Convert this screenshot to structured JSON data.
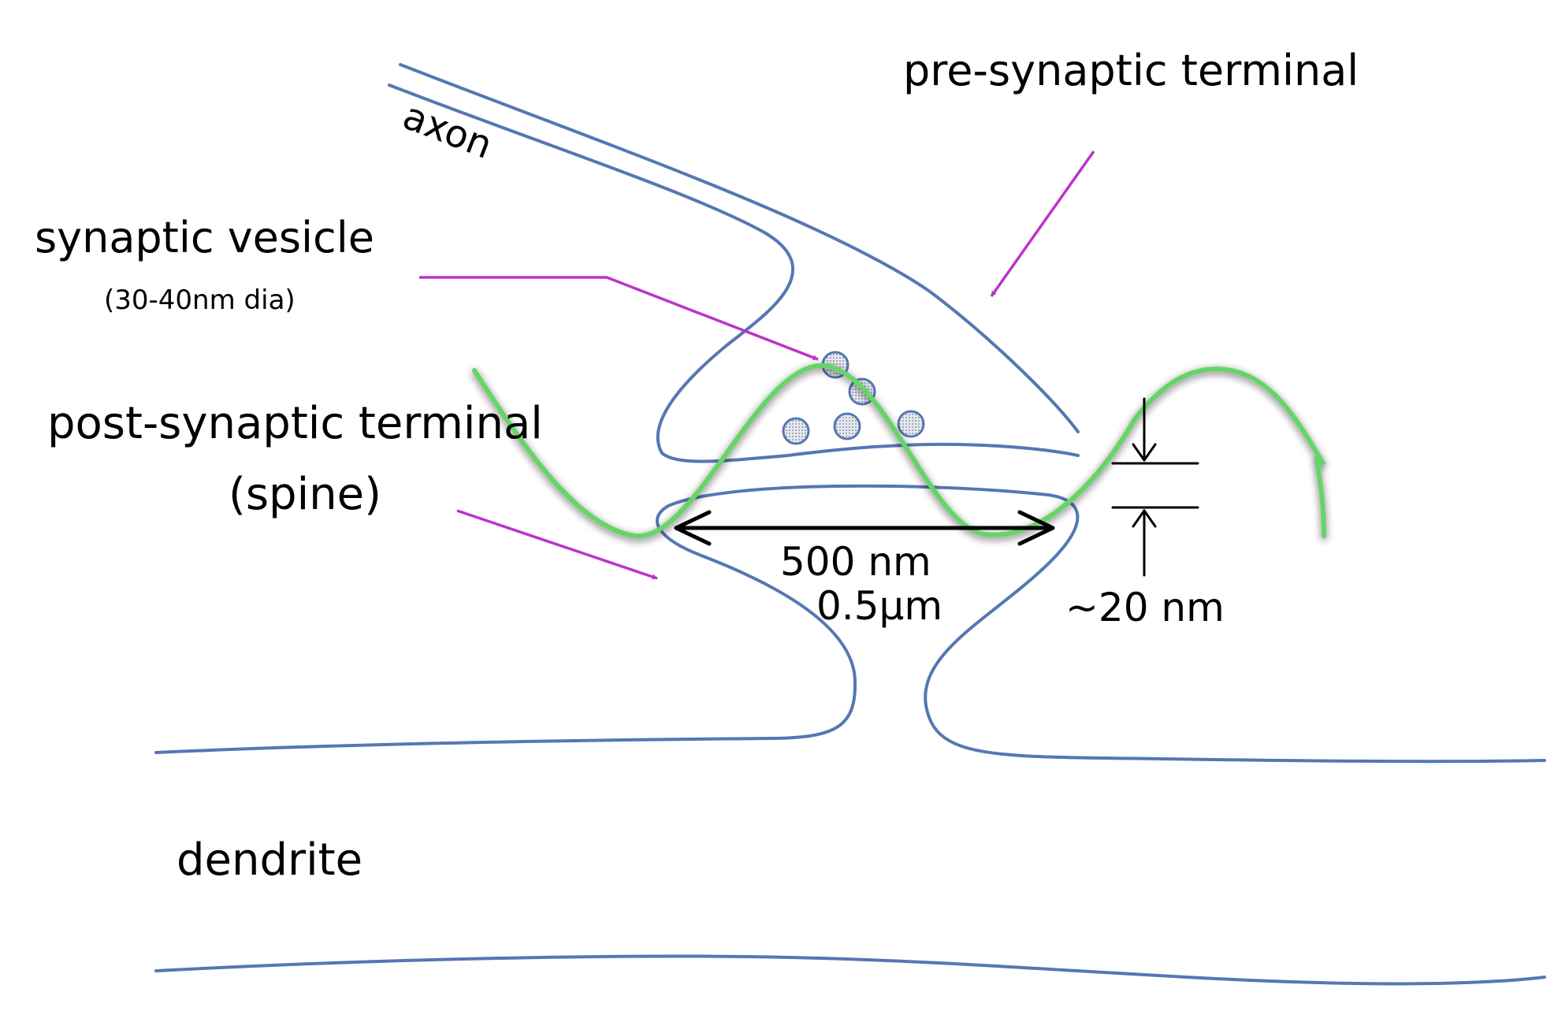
{
  "labels": {
    "axon": "axon",
    "pre_synaptic": "pre-synaptic terminal",
    "vesicle": "synaptic vesicle",
    "vesicle_size": "(30-40nm dia)",
    "post_synaptic": "post-synaptic terminal",
    "spine": "(spine)",
    "cleft_width_nm": "500 nm",
    "cleft_width_um": "0.5μm",
    "gap": "~20 nm",
    "dendrite": "dendrite"
  },
  "colors": {
    "membrane": "#5577b3",
    "wave": "#66d466",
    "pointer": "#bb33cc",
    "dimension": "#000000",
    "vesicle_fill": "#cdd4df"
  },
  "vesicle_count": 5
}
